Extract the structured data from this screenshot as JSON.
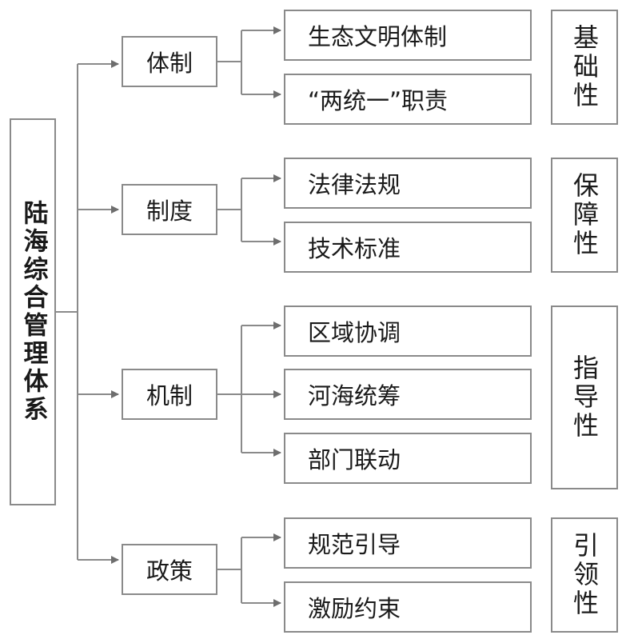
{
  "root": {
    "label": "陆海综合管理体系"
  },
  "groups": [
    {
      "label": "体制",
      "property": "基础性",
      "items": [
        "生态文明体制",
        "“两统一”职责"
      ]
    },
    {
      "label": "制度",
      "property": "保障性",
      "items": [
        "法律法规",
        "技术标准"
      ]
    },
    {
      "label": "机制",
      "property": "指导性",
      "items": [
        "区域协调",
        "河海统筹",
        "部门联动"
      ]
    },
    {
      "label": "政策",
      "property": "引领性",
      "items": [
        "规范引导",
        "激励约束"
      ]
    }
  ]
}
